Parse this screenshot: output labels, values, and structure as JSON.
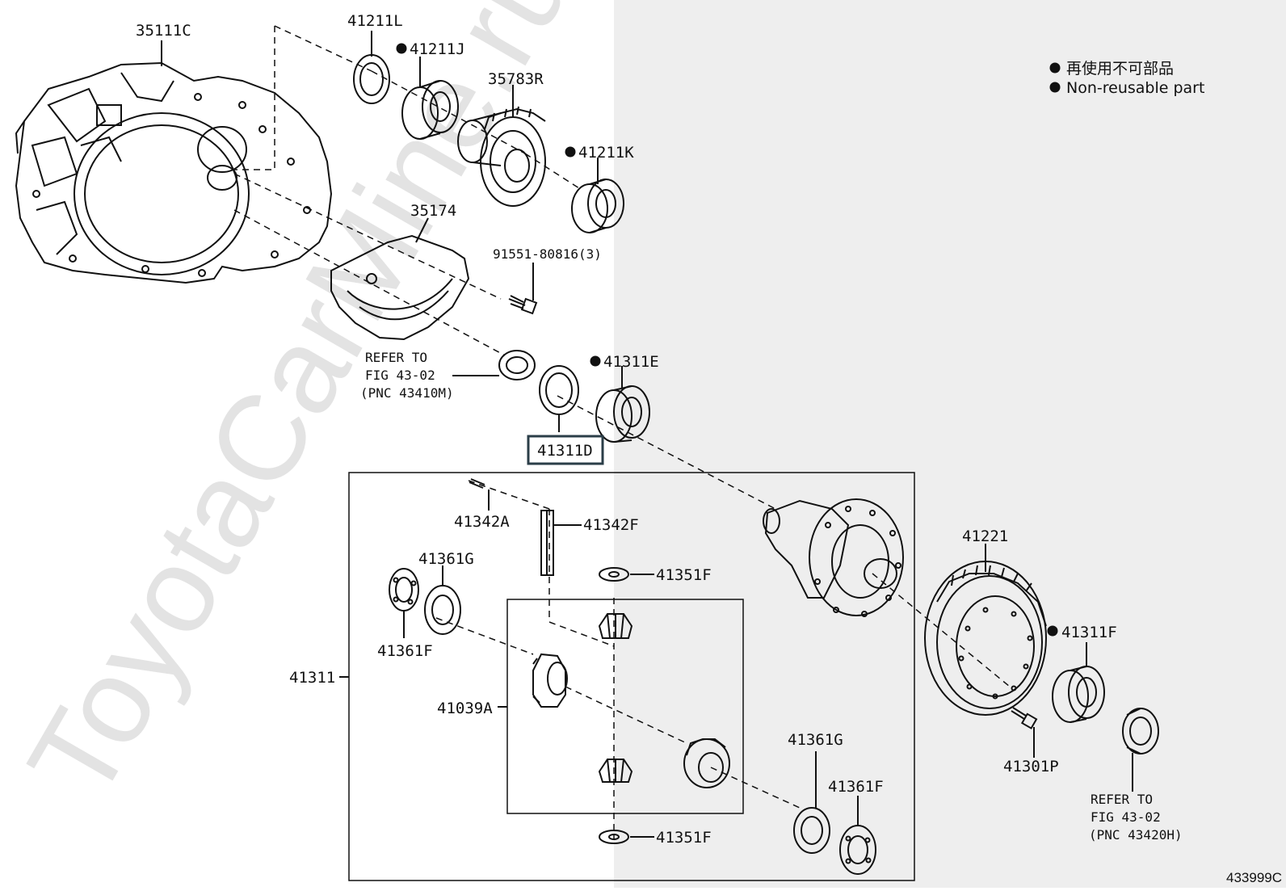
{
  "watermark": "ToyotaCarMine.ru",
  "legend": {
    "dot_color": "#111111",
    "line_jp": "再使用不可部品",
    "line_en": "Non-reusable part"
  },
  "figure_ref": "433999C",
  "highlight_color": "#2b3e48",
  "shade_color": "#eeeeee",
  "parts": {
    "p35111C": "35111C",
    "p41211L": "41211L",
    "p41211J": "41211J",
    "p35783R": "35783R",
    "p41211K": "41211K",
    "p35174": "35174",
    "p91551": "91551-80816(3)",
    "p41311E": "41311E",
    "p41311D": "41311D",
    "p41342A": "41342A",
    "p41342F": "41342F",
    "p41361G_a": "41361G",
    "p41361F_a": "41361F",
    "p41351F_a": "41351F",
    "p41311": "41311",
    "p41039A": "41039A",
    "p41221": "41221",
    "p41311F": "41311F",
    "p41301P": "41301P",
    "p41361G_b": "41361G",
    "p41361F_b": "41361F",
    "p41351F_b": "41351F"
  },
  "refer_left": {
    "line1": "REFER TO",
    "line2": "FIG 43-02",
    "line3": "(PNC 43410M)"
  },
  "refer_right": {
    "line1": "REFER TO",
    "line2": "FIG 43-02",
    "line3": "(PNC 43420H)"
  },
  "non_reusable": [
    "41211J",
    "41211K",
    "41311E",
    "41311F"
  ]
}
